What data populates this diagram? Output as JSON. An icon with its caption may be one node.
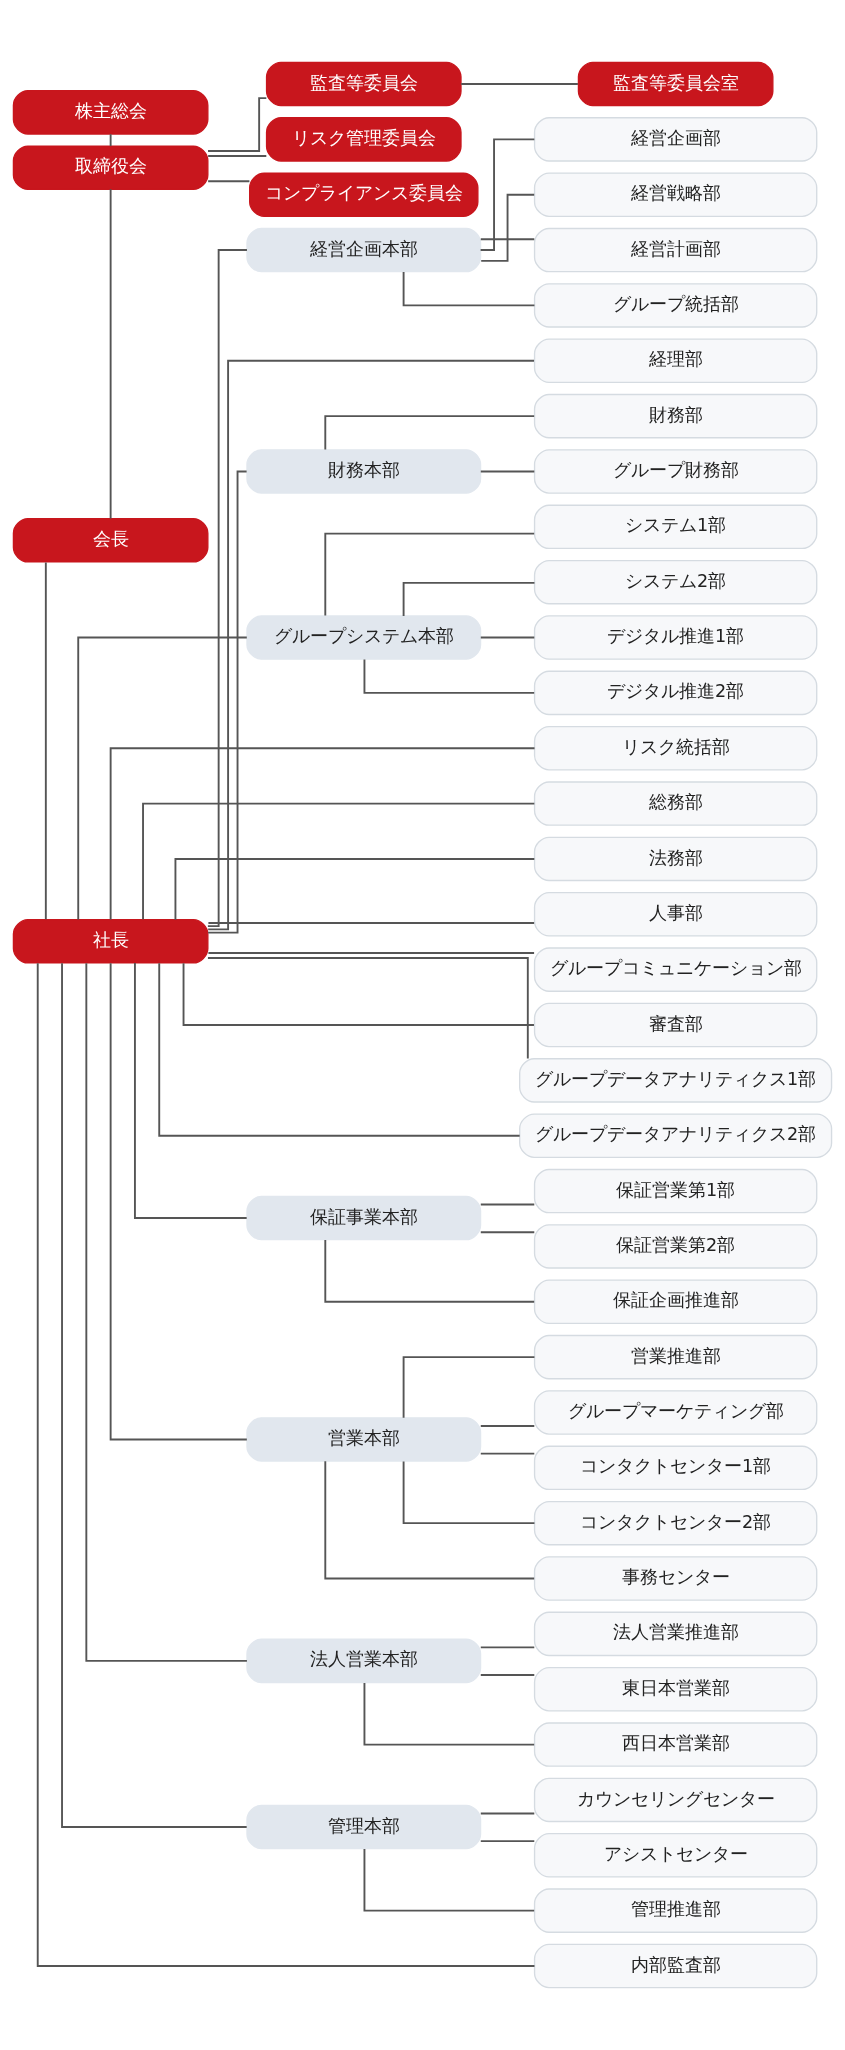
{
  "diagram": {
    "nodes": [
      {
        "text": [
          "株主総会"
        ]
      },
      {
        "text": [
          "取締役会"
        ]
      },
      {
        "text": [
          "監査等委員会"
        ]
      },
      {
        "text": [
          "監査等委員会室"
        ]
      },
      {
        "text": [
          "リスク管理委員会"
        ]
      },
      {
        "text": [
          "コンプライアンス委員会"
        ]
      },
      {
        "text": [
          "会長"
        ]
      },
      {
        "text": [
          "社長"
        ]
      },
      {
        "text": [
          "経営企画本部"
        ]
      },
      {
        "text": [
          "経営企画部"
        ]
      },
      {
        "text": [
          "経営戦略部"
        ]
      },
      {
        "text": [
          "経営計画部"
        ]
      },
      {
        "text": [
          "グループ統括部"
        ]
      },
      {
        "text": [
          "経理部"
        ]
      },
      {
        "text": [
          "財務本部"
        ]
      },
      {
        "text": [
          "財務部"
        ]
      },
      {
        "text": [
          "グループ財務部"
        ]
      },
      {
        "text": [
          "グループシステム本部"
        ]
      },
      {
        "text": [
          "システム1部"
        ]
      },
      {
        "text": [
          "システム2部"
        ]
      },
      {
        "text": [
          "デジタル推進1部"
        ]
      },
      {
        "text": [
          "デジタル推進2部"
        ]
      },
      {
        "text": [
          "リスク統括部"
        ]
      },
      {
        "text": [
          "総務部"
        ]
      },
      {
        "text": [
          "法務部"
        ]
      },
      {
        "text": [
          "人事部"
        ]
      },
      {
        "text": [
          "グループコミュニケーション部"
        ]
      },
      {
        "text": [
          "審査部"
        ]
      },
      {
        "text": [
          "グループデータアナリティクス1部"
        ]
      },
      {
        "text": [
          "グループデータアナリティクス2部"
        ]
      },
      {
        "text": [
          "保証事業本部"
        ]
      },
      {
        "text": [
          "保証営業第1部"
        ]
      },
      {
        "text": [
          "保証営業第2部"
        ]
      },
      {
        "text": [
          "保証企画推進部"
        ]
      },
      {
        "text": [
          "営業本部"
        ]
      },
      {
        "text": [
          "営業推進部"
        ]
      },
      {
        "text": [
          "グループマーケティング部"
        ]
      },
      {
        "text": [
          "コンタクトセンター1部"
        ]
      },
      {
        "text": [
          "コンタクトセンター2部"
        ]
      },
      {
        "text": [
          "事務センター"
        ]
      },
      {
        "text": [
          "法人営業本部"
        ]
      },
      {
        "text": [
          "法人営業推進部"
        ]
      },
      {
        "text": [
          "東日本営業部"
        ]
      },
      {
        "text": [
          "西日本営業部"
        ]
      },
      {
        "text": [
          "管理本部"
        ]
      },
      {
        "text": [
          "カウンセリングセンター"
        ]
      },
      {
        "text": [
          "アシストセンター"
        ]
      },
      {
        "text": [
          "管理推進部"
        ]
      },
      {
        "text": [
          "内部監査部"
        ]
      }
    ],
    "edges": [
      {
        "from": 0,
        "to": 1,
        "arrow": "none"
      },
      {
        "from": 1,
        "to": 2,
        "arrow": "none"
      },
      {
        "from": 2,
        "to": 3,
        "arrow": "none"
      },
      {
        "from": 1,
        "to": 4,
        "arrow": "none"
      },
      {
        "from": 1,
        "to": 5,
        "arrow": "none"
      },
      {
        "from": 1,
        "to": 6,
        "arrow": "none"
      },
      {
        "from": 6,
        "to": 7,
        "arrow": "none"
      },
      {
        "from": 7,
        "to": 8,
        "arrow": "none"
      },
      {
        "from": 8,
        "to": 9,
        "arrow": "none"
      },
      {
        "from": 8,
        "to": 10,
        "arrow": "none"
      },
      {
        "from": 8,
        "to": 11,
        "arrow": "none"
      },
      {
        "from": 8,
        "to": 12,
        "arrow": "none"
      },
      {
        "from": 7,
        "to": 13,
        "arrow": "none"
      },
      {
        "from": 7,
        "to": 14,
        "arrow": "none"
      },
      {
        "from": 14,
        "to": 15,
        "arrow": "none"
      },
      {
        "from": 14,
        "to": 16,
        "arrow": "none"
      },
      {
        "from": 7,
        "to": 17,
        "arrow": "none"
      },
      {
        "from": 17,
        "to": 18,
        "arrow": "none"
      },
      {
        "from": 17,
        "to": 19,
        "arrow": "none"
      },
      {
        "from": 17,
        "to": 20,
        "arrow": "none"
      },
      {
        "from": 17,
        "to": 21,
        "arrow": "none"
      },
      {
        "from": 7,
        "to": 22,
        "arrow": "none"
      },
      {
        "from": 7,
        "to": 23,
        "arrow": "none"
      },
      {
        "from": 7,
        "to": 24,
        "arrow": "none"
      },
      {
        "from": 7,
        "to": 25,
        "arrow": "none"
      },
      {
        "from": 7,
        "to": 26,
        "arrow": "none"
      },
      {
        "from": 7,
        "to": 27,
        "arrow": "none"
      },
      {
        "from": 7,
        "to": 28,
        "arrow": "none"
      },
      {
        "from": 7,
        "to": 29,
        "arrow": "none"
      },
      {
        "from": 7,
        "to": 30,
        "arrow": "none"
      },
      {
        "from": 30,
        "to": 31,
        "arrow": "none"
      },
      {
        "from": 30,
        "to": 32,
        "arrow": "none"
      },
      {
        "from": 30,
        "to": 33,
        "arrow": "none"
      },
      {
        "from": 7,
        "to": 34,
        "arrow": "none"
      },
      {
        "from": 34,
        "to": 35,
        "arrow": "none"
      },
      {
        "from": 34,
        "to": 36,
        "arrow": "none"
      },
      {
        "from": 34,
        "to": 37,
        "arrow": "none"
      },
      {
        "from": 34,
        "to": 38,
        "arrow": "none"
      },
      {
        "from": 34,
        "to": 39,
        "arrow": "none"
      },
      {
        "from": 7,
        "to": 40,
        "arrow": "none"
      },
      {
        "from": 40,
        "to": 41,
        "arrow": "none"
      },
      {
        "from": 40,
        "to": 42,
        "arrow": "none"
      },
      {
        "from": 40,
        "to": 43,
        "arrow": "none"
      },
      {
        "from": 7,
        "to": 44,
        "arrow": "none"
      },
      {
        "from": 44,
        "to": 45,
        "arrow": "none"
      },
      {
        "from": 44,
        "to": 46,
        "arrow": "none"
      },
      {
        "from": 44,
        "to": 47,
        "arrow": "none"
      },
      {
        "from": 7,
        "to": 48,
        "arrow": "none"
      }
    ]
  }
}
